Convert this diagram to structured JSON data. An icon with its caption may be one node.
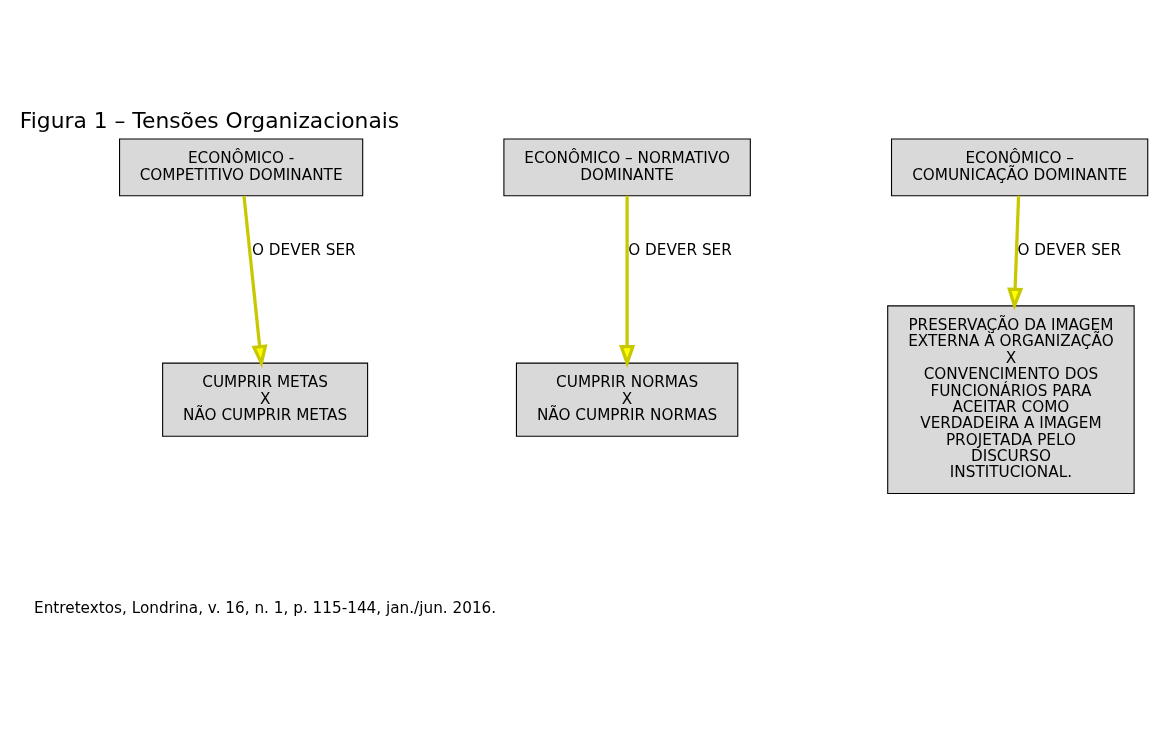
{
  "diagram": {
    "title": "Figura 1 – Tensões Organizacionais",
    "nodes": [
      {
        "text": [
          "ECONÔMICO - COMPETITIVO DOMINANTE"
        ]
      },
      {
        "text": [
          "ECONÔMICO – NORMATIVO DOMINANTE"
        ]
      },
      {
        "text": [
          "ECONÔMICO – COMUNICAÇÃO DOMINANTE"
        ]
      },
      {
        "text": [
          "CUMPRIR METAS",
          "X",
          "NÃO CUMPRIR METAS"
        ]
      },
      {
        "text": [
          "CUMPRIR NORMAS",
          "X",
          "NÃO CUMPRIR NORMAS"
        ]
      },
      {
        "text": [
          "PRESERVAÇÃO DA IMAGEM EXTERNA À ORGANIZAÇÃO",
          "X",
          "CONVENCIMENTO DOS FUNCIONÁRIOS PARA ACEITAR COMO VERDADEIRA A IMAGEM PROJETADA PELO DISCURSO INSTITUCIONAL."
        ]
      }
    ],
    "edges": [
      {
        "from": 0,
        "to": 3,
        "arrow": "to",
        "label": "O DEVER SER"
      },
      {
        "from": 1,
        "to": 4,
        "arrow": "to",
        "label": "O DEVER SER"
      },
      {
        "from": 2,
        "to": 5,
        "arrow": "to",
        "label": "O DEVER SER"
      }
    ],
    "labels": [
      "Entretextos, Londrina, v. 16, n. 1, p. 115-144, jan./jun. 2016."
    ]
  }
}
